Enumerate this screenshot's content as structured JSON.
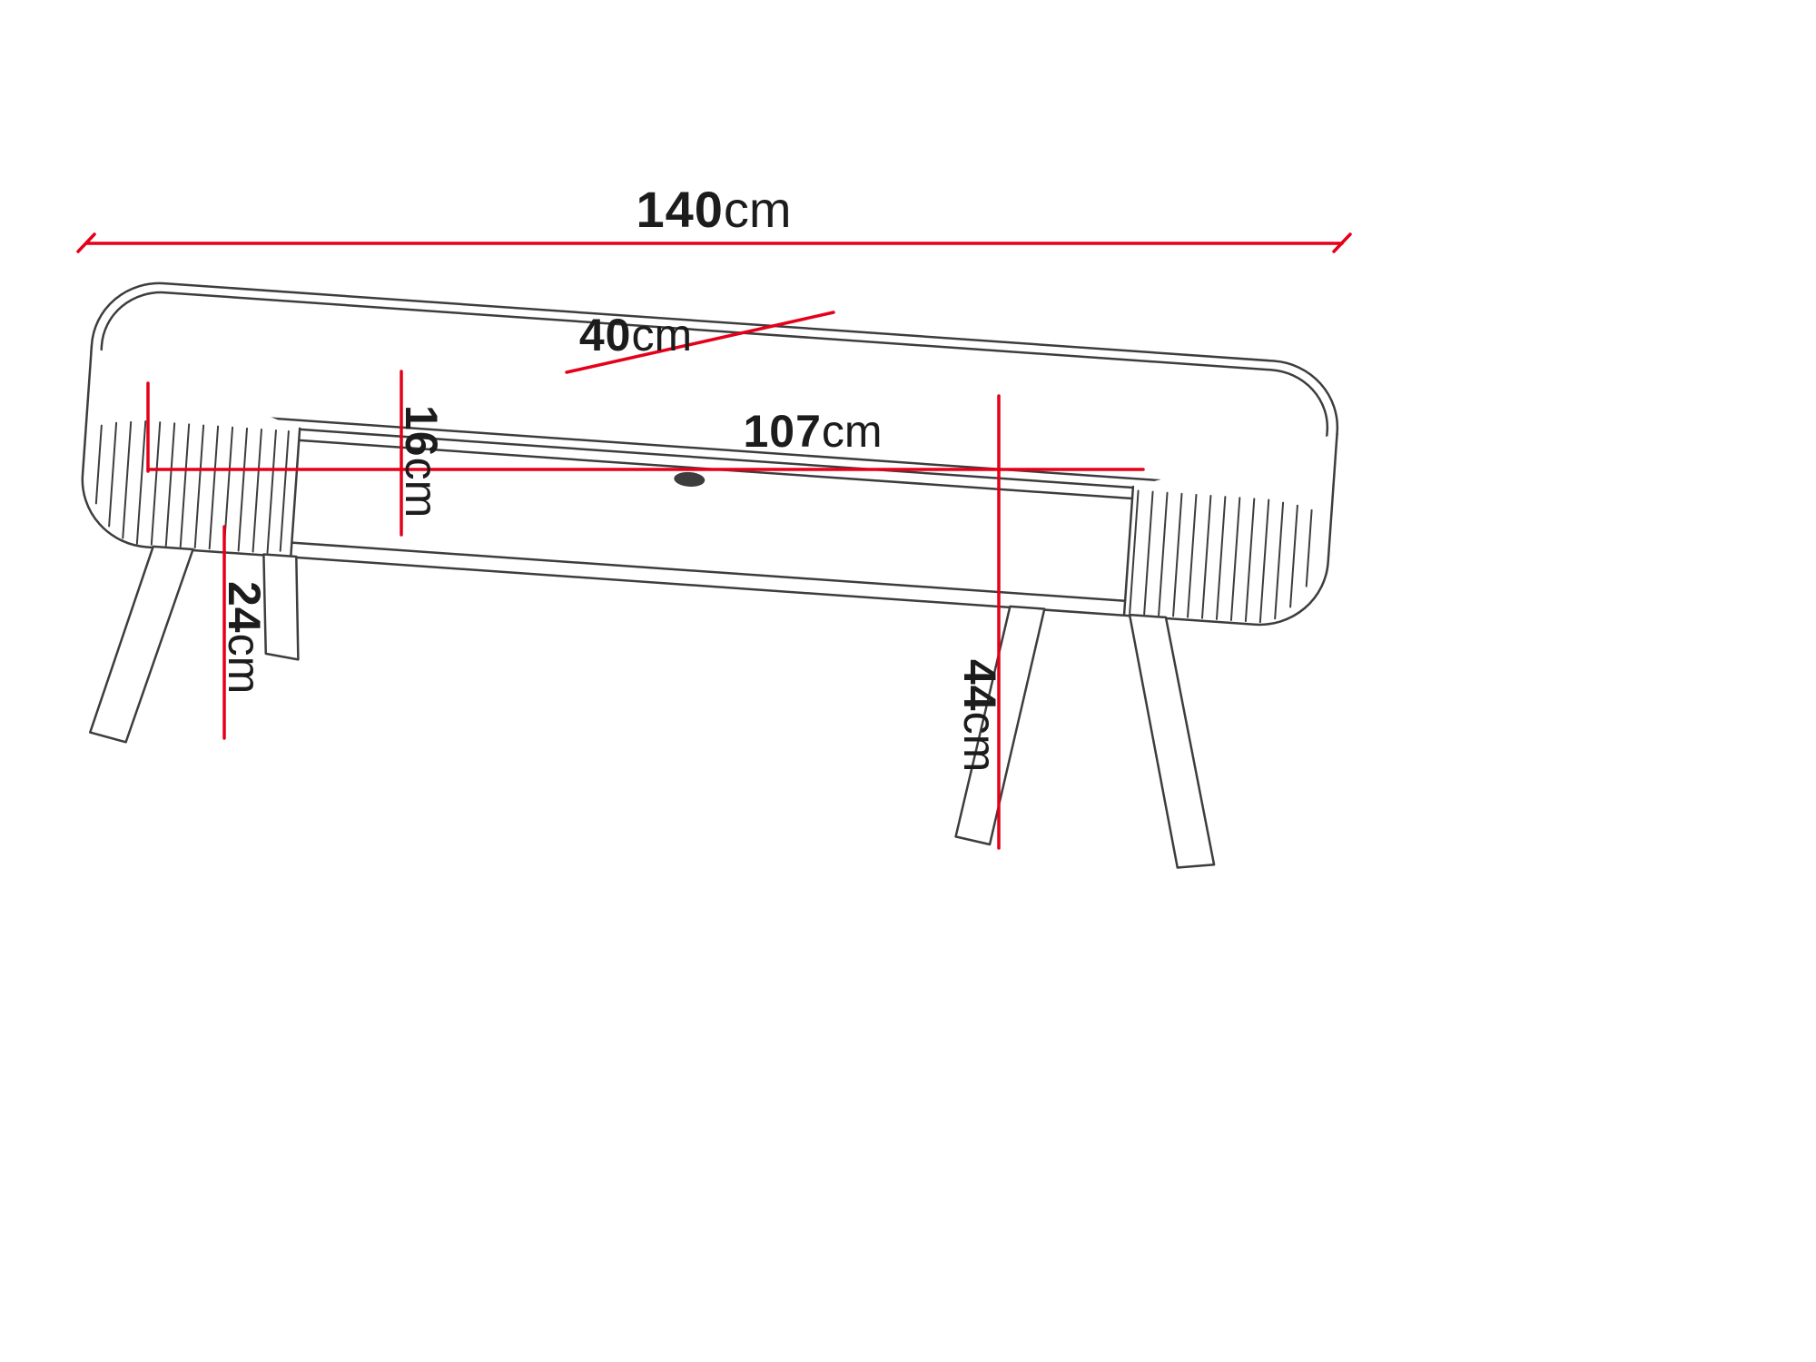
{
  "diagram": {
    "name": "TV stand / bench dimension diagram",
    "accent_color": "#e50019",
    "line_color": "#3d3d3d",
    "text_color": "#1c1c1c",
    "background": "#ffffff",
    "dimensions": {
      "overall_width": {
        "value": "140",
        "unit": "cm"
      },
      "depth": {
        "value": "40",
        "unit": "cm"
      },
      "shelf_width": {
        "value": "107",
        "unit": "cm"
      },
      "shelf_opening_height": {
        "value": "16",
        "unit": "cm"
      },
      "leg_height": {
        "value": "24",
        "unit": "cm"
      },
      "base_height": {
        "value": "44",
        "unit": "cm"
      }
    }
  }
}
